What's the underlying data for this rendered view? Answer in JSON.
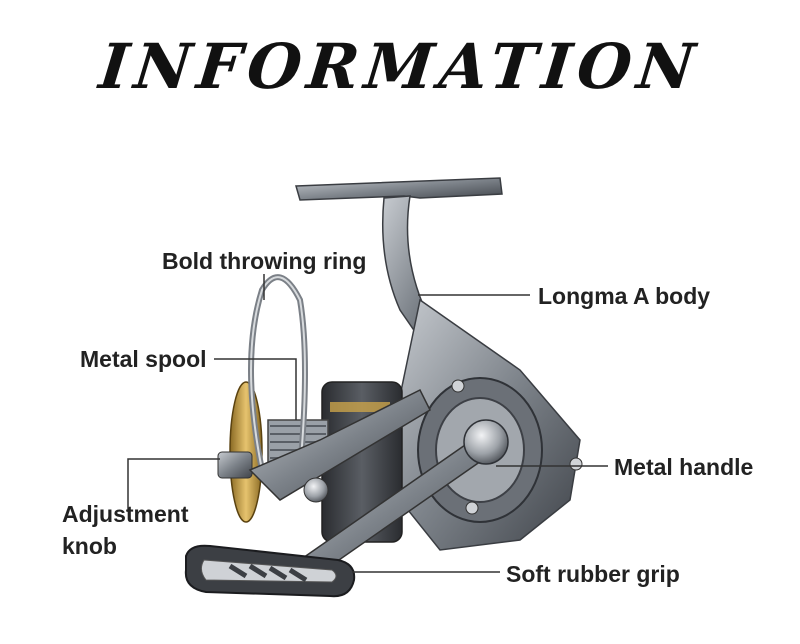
{
  "title": "INFORMATION",
  "labels": {
    "throwing_ring": "Bold throwing ring",
    "metal_spool": "Metal spool",
    "adjustment_knob": "Adjustment\nknob",
    "body": "Longma A body",
    "metal_handle": "Metal handle",
    "rubber_grip": "Soft rubber grip"
  },
  "colors": {
    "metal": "#8d9298",
    "metal_dark": "#4a4e54",
    "gold": "#c9a24a",
    "line": "#333333"
  }
}
